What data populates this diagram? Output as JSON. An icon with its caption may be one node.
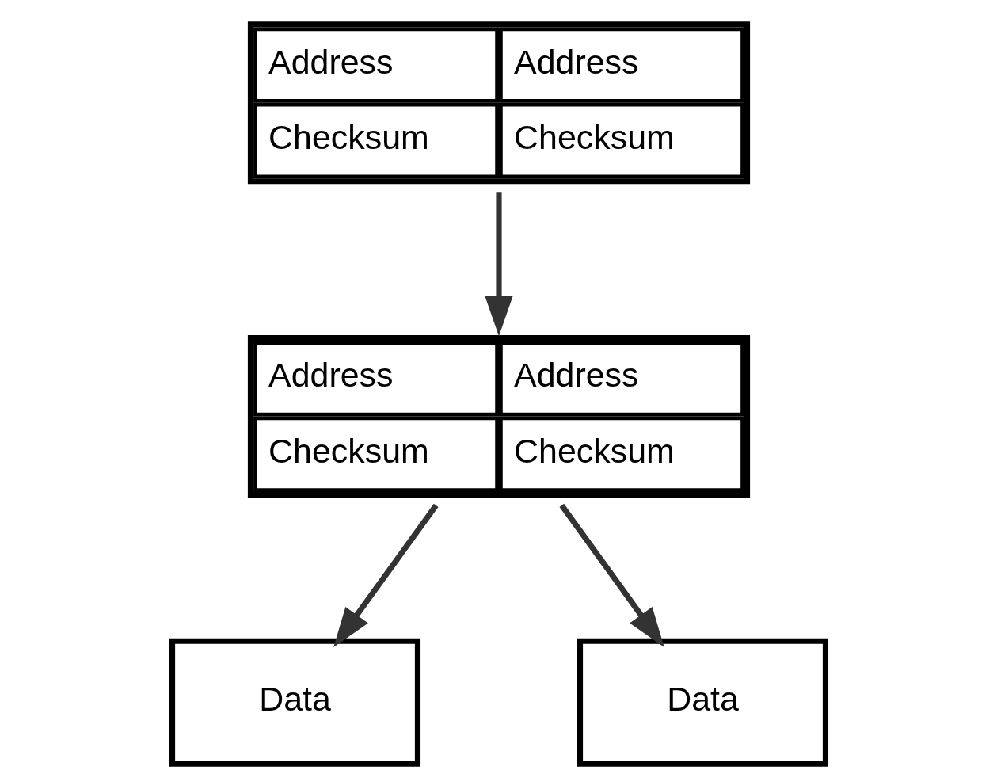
{
  "diagram": {
    "nodes": [
      {
        "text": [
          "Address",
          "Address",
          "Checksum",
          "Checksum"
        ]
      },
      {
        "text": [
          "Address",
          "Address",
          "Checksum",
          "Checksum"
        ]
      },
      {
        "text": [
          "Data"
        ]
      },
      {
        "text": [
          "Data"
        ]
      }
    ],
    "edges": [
      {
        "from": 0,
        "to": 1,
        "arrow": "to"
      },
      {
        "from": 1,
        "to": 2,
        "arrow": "to"
      },
      {
        "from": 1,
        "to": 3,
        "arrow": "to"
      }
    ]
  }
}
